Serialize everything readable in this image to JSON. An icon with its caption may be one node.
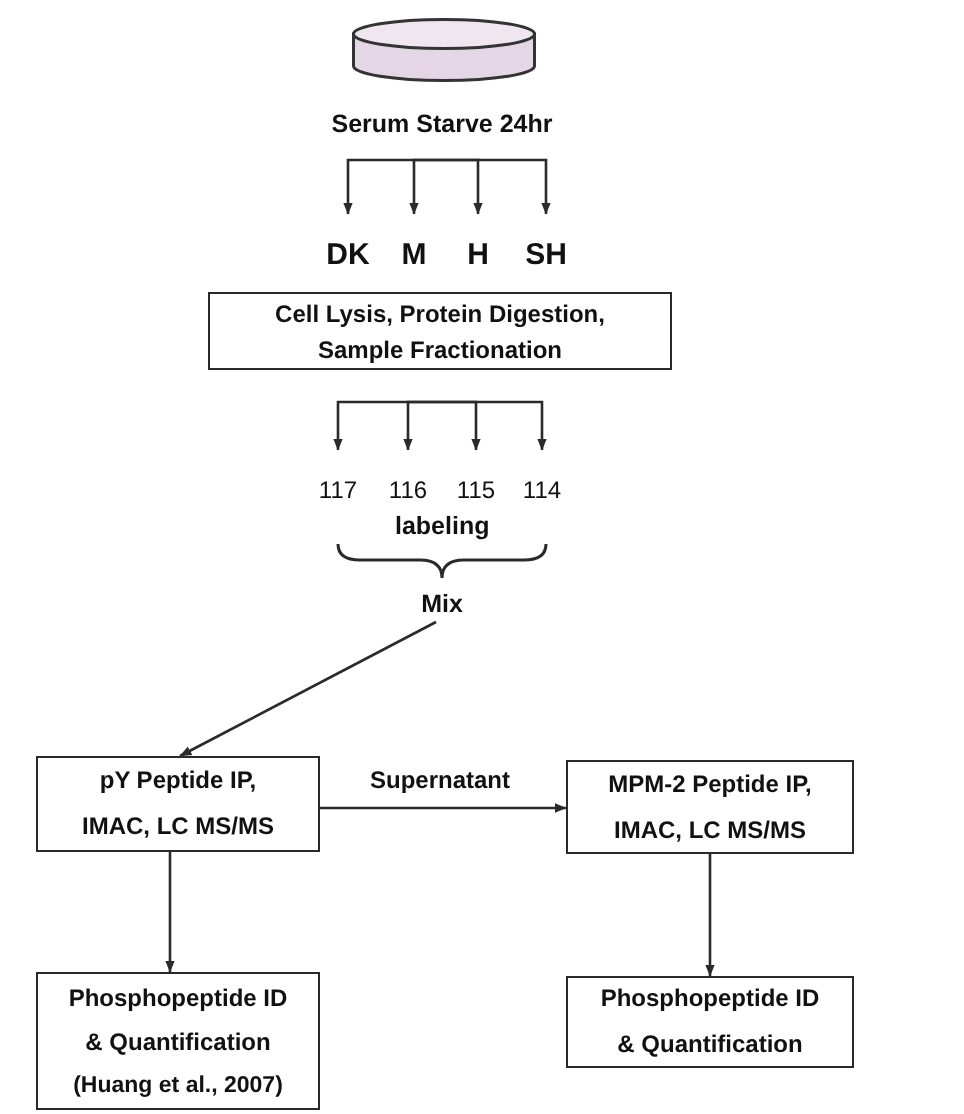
{
  "diagram": {
    "nodes": [
      {
        "text": [],
        "shape": "cylinder",
        "beside": [
          "Serum Starve 24hr"
        ]
      },
      {
        "text": [
          "DK"
        ]
      },
      {
        "text": [
          "M"
        ]
      },
      {
        "text": [
          "H"
        ]
      },
      {
        "text": [
          "SH"
        ]
      },
      {
        "text": [
          "Cell Lysis, Protein Digestion, Sample Fractionation"
        ]
      },
      {
        "text": [
          "117"
        ]
      },
      {
        "text": [
          "116"
        ]
      },
      {
        "text": [
          "115"
        ]
      },
      {
        "text": [
          "114"
        ]
      },
      {
        "text": [
          "Mix"
        ]
      },
      {
        "text": [
          "pY Peptide IP, IMAC, LC MS/MS"
        ]
      },
      {
        "text": [
          "MPM-2 Peptide IP, IMAC, LC MS/MS"
        ]
      },
      {
        "text": [
          "Phosphopeptide ID & Quantification",
          "(Huang et al., 2007)"
        ]
      },
      {
        "text": [
          "Phosphopeptide ID & Quantification"
        ]
      }
    ],
    "edges": [
      {
        "from": 0,
        "to": 1,
        "arrow": "to"
      },
      {
        "from": 0,
        "to": 2,
        "arrow": "to"
      },
      {
        "from": 0,
        "to": 3,
        "arrow": "to"
      },
      {
        "from": 0,
        "to": 4,
        "arrow": "to"
      },
      {
        "from": 5,
        "to": 6,
        "arrow": "to"
      },
      {
        "from": 5,
        "to": 7,
        "arrow": "to"
      },
      {
        "from": 5,
        "to": 8,
        "arrow": "to"
      },
      {
        "from": 5,
        "to": 9,
        "arrow": "to"
      },
      {
        "from": 10,
        "to": 11,
        "arrow": "to"
      },
      {
        "from": 11,
        "to": 12,
        "arrow": "to",
        "label": "Supernatant"
      },
      {
        "from": 11,
        "to": 13,
        "arrow": "to"
      },
      {
        "from": 12,
        "to": 14,
        "arrow": "to"
      }
    ],
    "labels": [
      "labeling"
    ]
  }
}
